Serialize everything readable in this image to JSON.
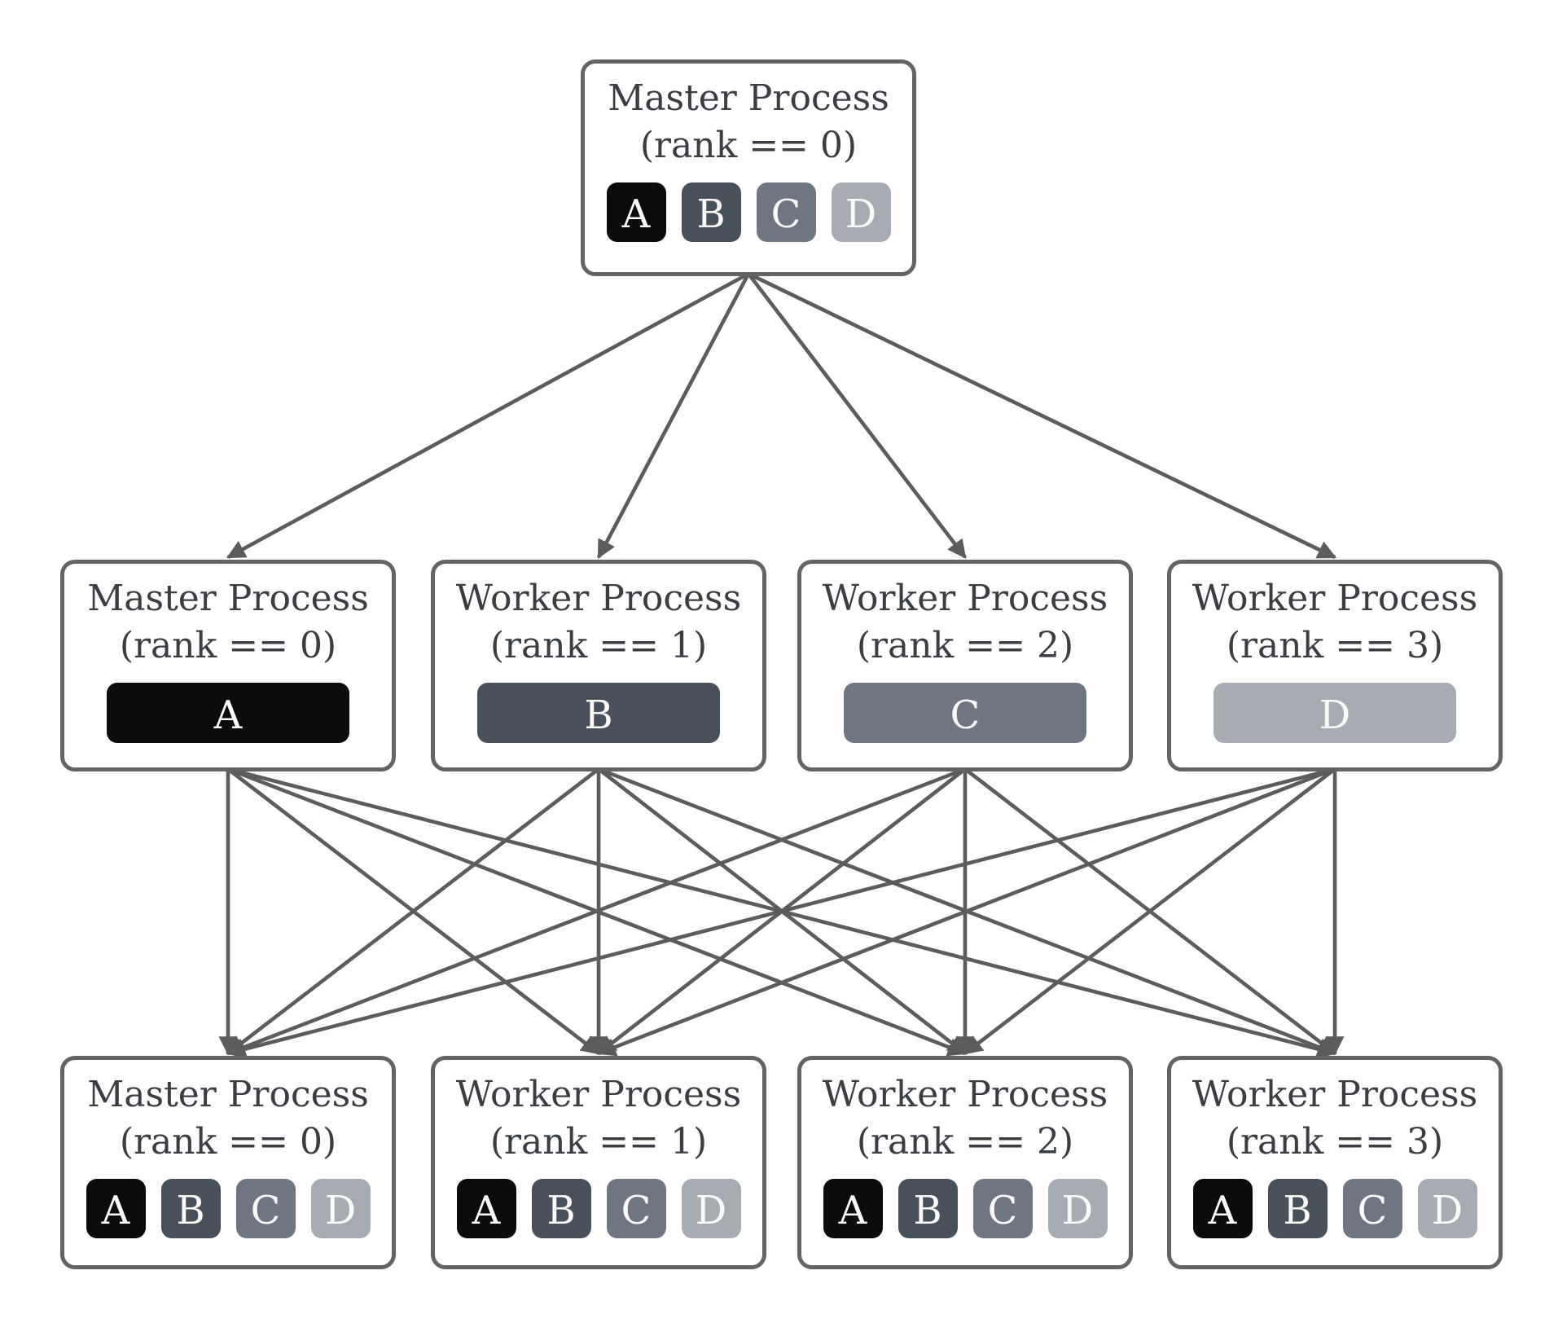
{
  "diagram": {
    "description": "MPI scatter then allgather of data blocks A-D across four processes",
    "palette": {
      "A": "#0b0b0c",
      "B": "#48505a",
      "C": "#6f7682",
      "D": "#a7acb3"
    },
    "colors": {
      "arrow": "#5c5c5c",
      "node_border": "#646464",
      "node_bg": "#ffffff",
      "title_text": "#3a3e43",
      "cell_text": "#fafafa",
      "page_bg": "#ffffff"
    },
    "nodes": {
      "root": {
        "title": "Master Process",
        "subtitle": "(rank == 0)",
        "cells": [
          "A",
          "B",
          "C",
          "D"
        ]
      },
      "mid0": {
        "title": "Master Process",
        "subtitle": "(rank == 0)",
        "bar": "A"
      },
      "mid1": {
        "title": "Worker Process",
        "subtitle": "(rank == 1)",
        "bar": "B"
      },
      "mid2": {
        "title": "Worker Process",
        "subtitle": "(rank == 2)",
        "bar": "C"
      },
      "mid3": {
        "title": "Worker Process",
        "subtitle": "(rank == 3)",
        "bar": "D"
      },
      "bot0": {
        "title": "Master Process",
        "subtitle": "(rank == 0)",
        "cells": [
          "A",
          "B",
          "C",
          "D"
        ]
      },
      "bot1": {
        "title": "Worker Process",
        "subtitle": "(rank == 1)",
        "cells": [
          "A",
          "B",
          "C",
          "D"
        ]
      },
      "bot2": {
        "title": "Worker Process",
        "subtitle": "(rank == 2)",
        "cells": [
          "A",
          "B",
          "C",
          "D"
        ]
      },
      "bot3": {
        "title": "Worker Process",
        "subtitle": "(rank == 3)",
        "cells": [
          "A",
          "B",
          "C",
          "D"
        ]
      }
    },
    "edges": {
      "scatter": [
        [
          "root",
          "mid0"
        ],
        [
          "root",
          "mid1"
        ],
        [
          "root",
          "mid2"
        ],
        [
          "root",
          "mid3"
        ]
      ],
      "allgather": [
        [
          "mid0",
          "bot0"
        ],
        [
          "mid0",
          "bot1"
        ],
        [
          "mid0",
          "bot2"
        ],
        [
          "mid0",
          "bot3"
        ],
        [
          "mid1",
          "bot0"
        ],
        [
          "mid1",
          "bot1"
        ],
        [
          "mid1",
          "bot2"
        ],
        [
          "mid1",
          "bot3"
        ],
        [
          "mid2",
          "bot0"
        ],
        [
          "mid2",
          "bot1"
        ],
        [
          "mid2",
          "bot2"
        ],
        [
          "mid2",
          "bot3"
        ],
        [
          "mid3",
          "bot0"
        ],
        [
          "mid3",
          "bot1"
        ],
        [
          "mid3",
          "bot2"
        ],
        [
          "mid3",
          "bot3"
        ]
      ]
    }
  }
}
